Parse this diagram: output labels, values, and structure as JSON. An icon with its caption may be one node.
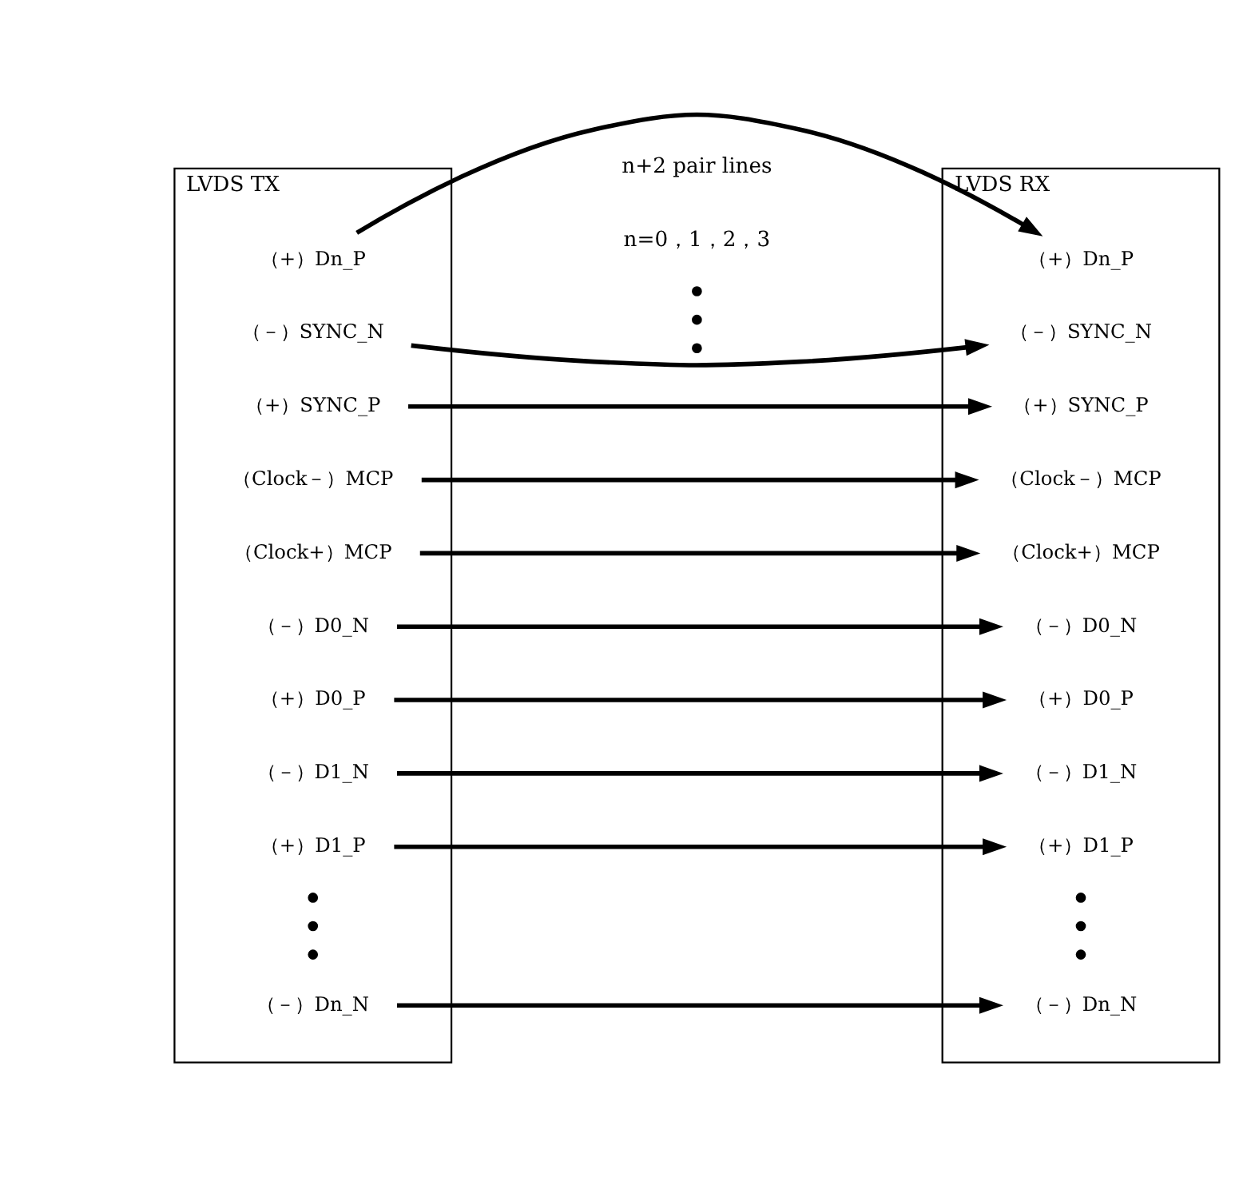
{
  "diagram": {
    "nodes": [
      {
        "text": [
          "LVDS TX"
        ]
      },
      {
        "text": [
          "（+）Dn_P"
        ],
        "in": 0
      },
      {
        "text": [
          "（－）Dn_N"
        ],
        "in": 0
      },
      {
        "text": [
          "（+）D1_P"
        ],
        "in": 0
      },
      {
        "text": [
          "（－）D1_N"
        ],
        "in": 0
      },
      {
        "text": [
          "（+）D0_P"
        ],
        "in": 0
      },
      {
        "text": [
          "（－）D0_N"
        ],
        "in": 0
      },
      {
        "text": [
          "（Clock+）MCP"
        ],
        "in": 0
      },
      {
        "text": [
          "（Clock－）MCP"
        ],
        "in": 0
      },
      {
        "text": [
          "（+）SYNC_P"
        ],
        "in": 0
      },
      {
        "text": [
          "（－）SYNC_N"
        ],
        "in": 0
      },
      {
        "text": [
          "LVDS RX"
        ]
      },
      {
        "text": [
          "（+）Dn_P"
        ],
        "in": 11
      },
      {
        "text": [
          "（－）Dn_N"
        ],
        "in": 11
      },
      {
        "text": [
          "（+）D1_P"
        ],
        "in": 11
      },
      {
        "text": [
          "（－）D1_N"
        ],
        "in": 11
      },
      {
        "text": [
          "（+）D0_P"
        ],
        "in": 11
      },
      {
        "text": [
          "（－）D0_N"
        ],
        "in": 11
      },
      {
        "text": [
          "（Clock+）MCP"
        ],
        "in": 11
      },
      {
        "text": [
          "（Clock－）MCP"
        ],
        "in": 11
      },
      {
        "text": [
          "（+）SYNC_P"
        ],
        "in": 11
      },
      {
        "text": [
          "（－）SYNC_N"
        ],
        "in": 11
      }
    ],
    "edges": [
      {
        "from": 1,
        "to": 12,
        "arrow": "to"
      },
      {
        "from": 2,
        "to": 13,
        "arrow": "to"
      },
      {
        "from": 3,
        "to": 14,
        "arrow": "to"
      },
      {
        "from": 4,
        "to": 15,
        "arrow": "to"
      },
      {
        "from": 5,
        "to": 16,
        "arrow": "to"
      },
      {
        "from": 6,
        "to": 17,
        "arrow": "to"
      },
      {
        "from": 7,
        "to": 18,
        "arrow": "to"
      },
      {
        "from": 8,
        "to": 19,
        "arrow": "to"
      },
      {
        "from": 9,
        "to": 20,
        "arrow": "to"
      },
      {
        "from": 10,
        "to": 21,
        "arrow": "to"
      }
    ],
    "labels": [
      "n+2 pair lines",
      "n=0，1，2，3"
    ]
  }
}
